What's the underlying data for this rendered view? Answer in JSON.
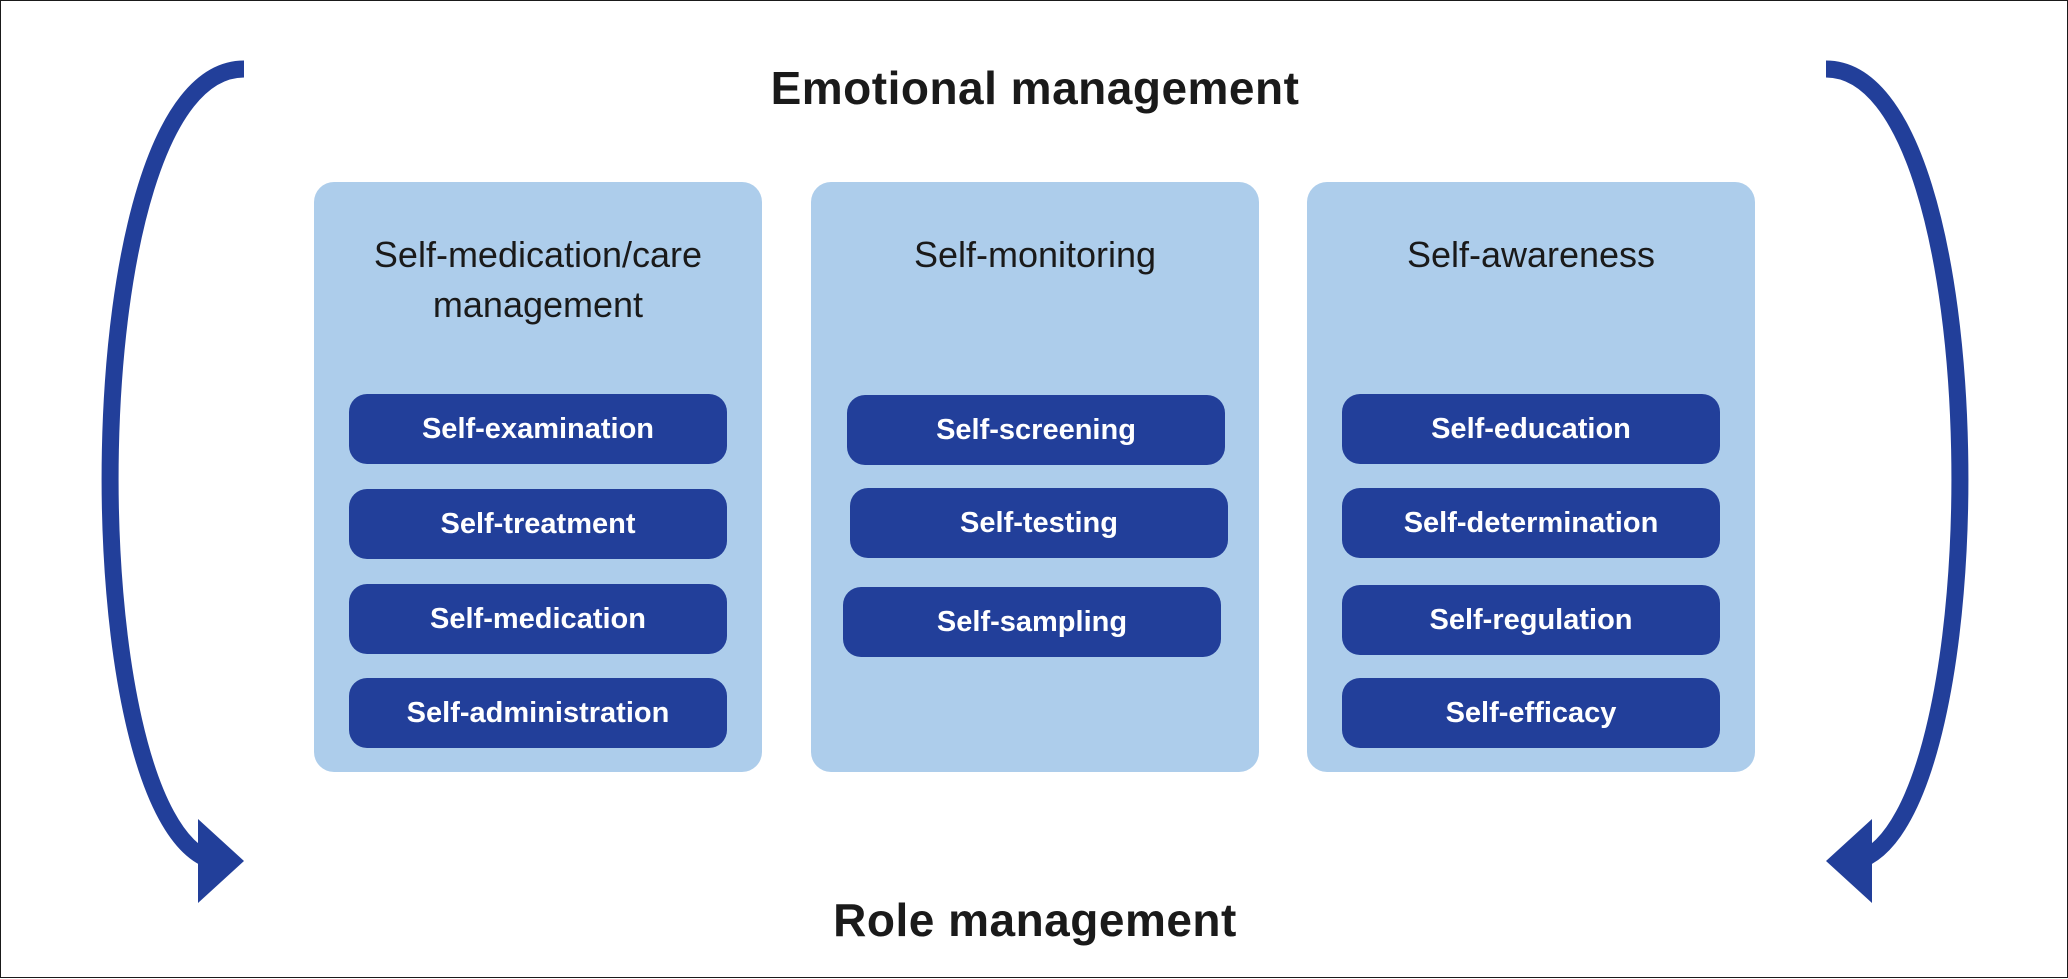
{
  "top_label": "Emotional management",
  "bottom_label": "Role management",
  "colors": {
    "panel": "#adcdeb",
    "pill": "#223f9a",
    "arrow": "#223f9a",
    "text": "#1a1a1a"
  },
  "panels": [
    {
      "title": "Self-medication/care\nmanagement",
      "items": [
        "Self-examination",
        "Self-treatment",
        "Self-medication",
        "Self-administration"
      ]
    },
    {
      "title": "Self-monitoring",
      "items": [
        "Self-screening",
        "Self-testing",
        "Self-sampling"
      ]
    },
    {
      "title": "Self-awareness",
      "items": [
        "Self-education",
        "Self-determination",
        "Self-regulation",
        "Self-efficacy"
      ]
    }
  ]
}
